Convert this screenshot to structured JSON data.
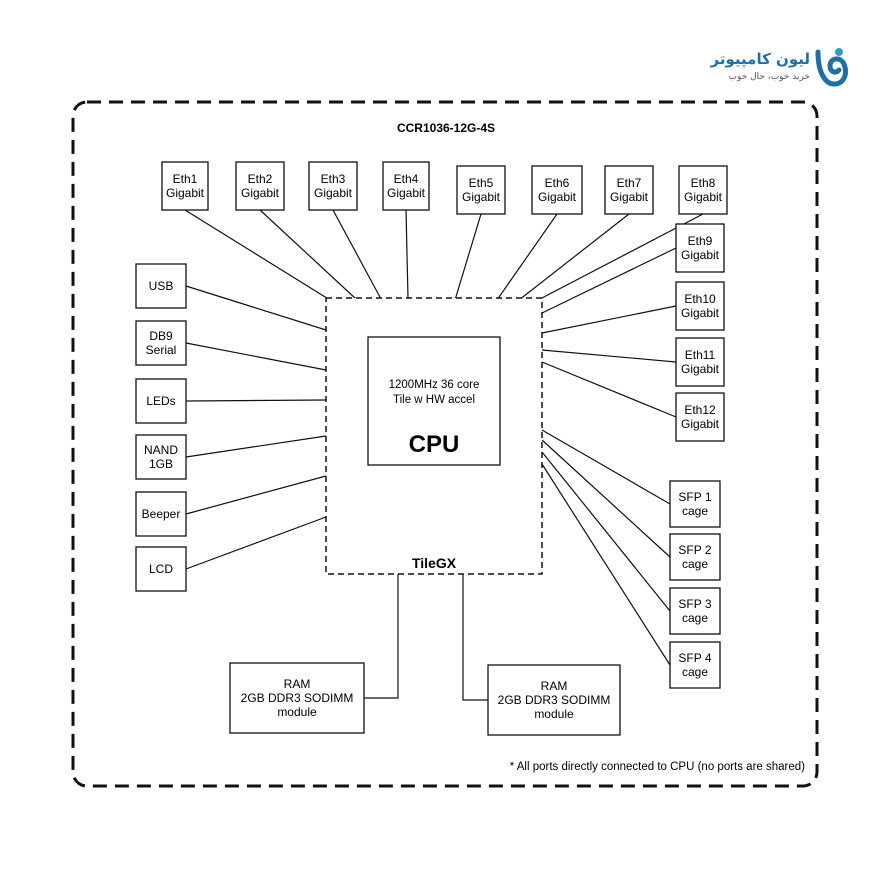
{
  "logo": {
    "title": "لیون کامپیوتر",
    "subtitle": "خرید خوب، حال خوب",
    "colors": {
      "primary": "#1d6fa8",
      "secondary": "#2a9bd4"
    }
  },
  "diagram": {
    "title": "CCR1036-12G-4S",
    "cpu_block": {
      "label": "TileGX",
      "core": {
        "line1": "1200MHz 36 core",
        "line2": "Tile w HW accel",
        "name": "CPU"
      }
    },
    "top_ports": [
      {
        "id": "eth1",
        "lines": [
          "Eth1",
          "Gigabit"
        ]
      },
      {
        "id": "eth2",
        "lines": [
          "Eth2",
          "Gigabit"
        ]
      },
      {
        "id": "eth3",
        "lines": [
          "Eth3",
          "Gigabit"
        ]
      },
      {
        "id": "eth4",
        "lines": [
          "Eth4",
          "Gigabit"
        ]
      },
      {
        "id": "eth5",
        "lines": [
          "Eth5",
          "Gigabit"
        ]
      },
      {
        "id": "eth6",
        "lines": [
          "Eth6",
          "Gigabit"
        ]
      },
      {
        "id": "eth7",
        "lines": [
          "Eth7",
          "Gigabit"
        ]
      },
      {
        "id": "eth8",
        "lines": [
          "Eth8",
          "Gigabit"
        ]
      }
    ],
    "right_ports": [
      {
        "id": "eth9",
        "lines": [
          "Eth9",
          "Gigabit"
        ]
      },
      {
        "id": "eth10",
        "lines": [
          "Eth10",
          "Gigabit"
        ]
      },
      {
        "id": "eth11",
        "lines": [
          "Eth11",
          "Gigabit"
        ]
      },
      {
        "id": "eth12",
        "lines": [
          "Eth12",
          "Gigabit"
        ]
      },
      {
        "id": "sfp1",
        "lines": [
          "SFP 1",
          "cage"
        ]
      },
      {
        "id": "sfp2",
        "lines": [
          "SFP 2",
          "cage"
        ]
      },
      {
        "id": "sfp3",
        "lines": [
          "SFP 3",
          "cage"
        ]
      },
      {
        "id": "sfp4",
        "lines": [
          "SFP 4",
          "cage"
        ]
      }
    ],
    "left_ports": [
      {
        "id": "usb",
        "lines": [
          "USB"
        ]
      },
      {
        "id": "db9-serial",
        "lines": [
          "DB9",
          "Serial"
        ]
      },
      {
        "id": "leds",
        "lines": [
          "LEDs"
        ]
      },
      {
        "id": "nand",
        "lines": [
          "NAND",
          "1GB"
        ]
      },
      {
        "id": "beeper",
        "lines": [
          "Beeper"
        ]
      },
      {
        "id": "lcd",
        "lines": [
          "LCD"
        ]
      }
    ],
    "memory": [
      {
        "id": "ram1",
        "lines": [
          "RAM",
          "2GB DDR3 SODIMM",
          "module"
        ]
      },
      {
        "id": "ram2",
        "lines": [
          "RAM",
          "2GB DDR3 SODIMM",
          "module"
        ]
      }
    ],
    "footnote": "* All ports directly connected to CPU (no ports are shared)"
  }
}
